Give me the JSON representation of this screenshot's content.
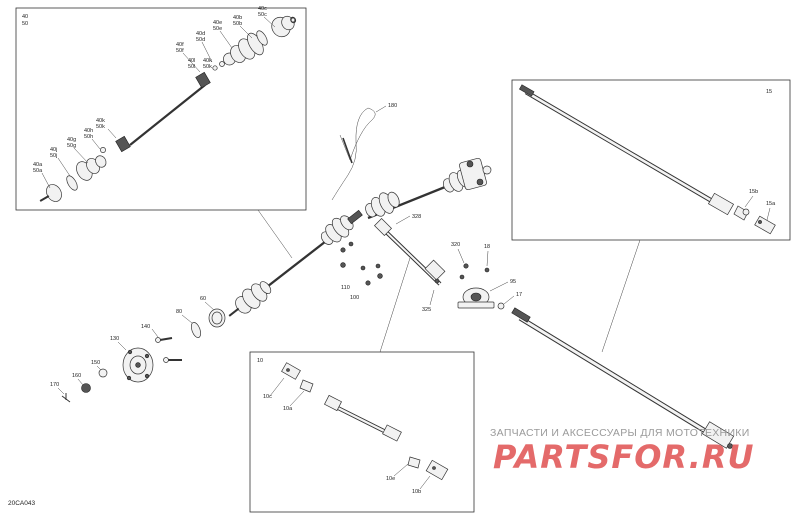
{
  "diagram_code": "20CA043",
  "watermark": {
    "subtitle": "ЗАПЧАСТИ И АКСЕССУАРЫ ДЛЯ МОТОТЕХНИКИ",
    "logo": "PARTSFOR.RU"
  },
  "callouts": {
    "c40_50": "40\n50",
    "c40c_50c": "40c 50c",
    "c40b_50b": "40b 50b",
    "c40e_50e": "40e 50e",
    "c40d_50d": "40d 50d",
    "c40f_50f": "40f 50f",
    "c40l_50l": "40l 50l",
    "c40k_50k": "40k 50k",
    "c40h_50h": "40h 50h",
    "c40g_50g": "40g 50g",
    "c40j_50j": "40j 50j",
    "c40a_50a": "40a 50a",
    "c180": "180",
    "c328": "328",
    "c320": "320",
    "c18": "18",
    "c95": "95",
    "c17": "17",
    "c325": "325",
    "c110": "110",
    "c100": "100",
    "c60": "60",
    "c80": "80",
    "c140": "140",
    "c130": "130",
    "c150": "150",
    "c160": "160",
    "c170": "170",
    "c15": "15",
    "c15b": "15b",
    "c15a": "15a",
    "c10": "10",
    "c10c": "10c",
    "c10a": "10a",
    "c10e": "10e",
    "c10b": "10b"
  }
}
